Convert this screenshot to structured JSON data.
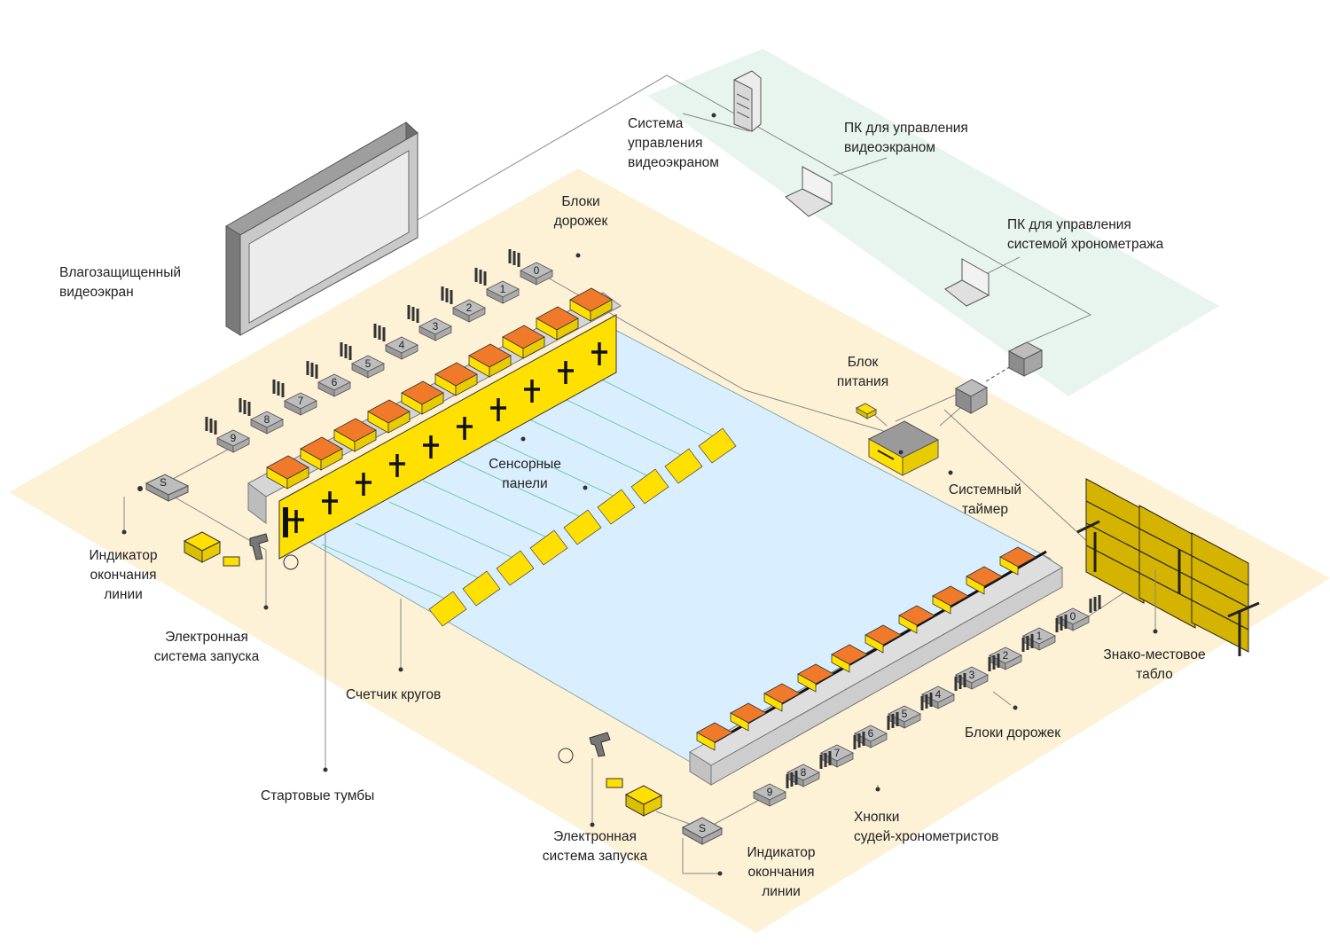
{
  "colors": {
    "deck": "#fdf1d6",
    "server_zone": "#e8f4ee",
    "pool_water": "#d9efff",
    "yellow": "#ffe000",
    "orange": "#f07a2a",
    "gray": "#cfcfcf",
    "dark": "#1a1a1a",
    "lane_line": "#7ac9a4"
  },
  "labels": {
    "video_screen": [
      "Влагозащищенный",
      "видеоэкран"
    ],
    "video_control_system": [
      "Система",
      "управления",
      "видеоэкраном"
    ],
    "pc_video": [
      "ПК для управления",
      "видеоэкраном"
    ],
    "pc_timing": [
      "ПК для управления",
      "системой хронометража"
    ],
    "lane_blocks_top": [
      "Блоки",
      "дорожек"
    ],
    "power_unit": [
      "Блок",
      "питания"
    ],
    "touch_panels": [
      "Сенсорные",
      "панели"
    ],
    "system_timer": [
      "Системный",
      "таймер"
    ],
    "finish_indicator_left": [
      "Индикатор",
      "окончания",
      "линии"
    ],
    "start_system_left": [
      "Электронная",
      "система запуска"
    ],
    "lap_counter": "Счетчик кругов",
    "starting_blocks": "Стартовые тумбы",
    "scoreboard": [
      "Знако-местовое",
      "табло"
    ],
    "lane_blocks_bottom": "Блоки дорожек",
    "judge_buttons": [
      "Хнопки",
      "судей-хронометристов"
    ],
    "start_system_right": [
      "Электронная",
      "система запуска"
    ],
    "finish_indicator_right": [
      "Индикатор",
      "окончания",
      "линии"
    ]
  },
  "lanes_top": [
    "0",
    "1",
    "2",
    "3",
    "4",
    "5",
    "6",
    "7",
    "8",
    "9"
  ],
  "lanes_bottom": [
    "0",
    "1",
    "2",
    "3",
    "4",
    "5",
    "6",
    "7",
    "8",
    "9"
  ],
  "start_box": "S"
}
